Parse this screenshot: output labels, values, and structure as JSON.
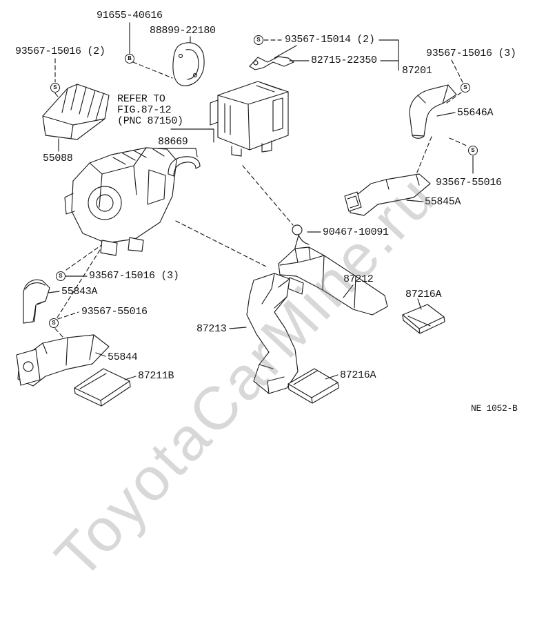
{
  "watermark": "ToyotaCarMine.ru",
  "drawing_code": "NE 1052-B",
  "refer_note": "REFER TO\nFIG.87-12\n(PNC 87150)",
  "symbols": [
    {
      "glyph": "B"
    },
    {
      "glyph": "S"
    },
    {
      "glyph": "S"
    },
    {
      "glyph": "S"
    },
    {
      "glyph": "S"
    },
    {
      "glyph": "S"
    },
    {
      "glyph": "S"
    }
  ],
  "labels": [
    {
      "part": "91655-40616"
    },
    {
      "part": "88899-22180"
    },
    {
      "part": "93567-15014 (2)"
    },
    {
      "part": "82715-22350"
    },
    {
      "part": "87201"
    },
    {
      "part": "93567-15016 (3)"
    },
    {
      "part": "93567-15016 (2)"
    },
    {
      "part": "55646A"
    },
    {
      "part": "88669"
    },
    {
      "part": "55088"
    },
    {
      "part": "93567-55016"
    },
    {
      "part": "55845A"
    },
    {
      "part": "90467-10091"
    },
    {
      "part": "93567-15016 (3)"
    },
    {
      "part": "55843A"
    },
    {
      "part": "93567-55016"
    },
    {
      "part": "87212"
    },
    {
      "part": "87216A"
    },
    {
      "part": "87213"
    },
    {
      "part": "55844"
    },
    {
      "part": "87211B"
    },
    {
      "part": "87216A"
    }
  ]
}
